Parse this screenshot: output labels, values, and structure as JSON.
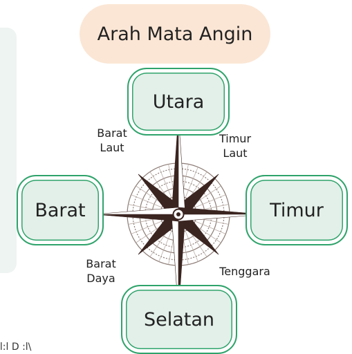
{
  "title": "Arah Mata Angin",
  "directions": {
    "north": "Utara",
    "east": "Timur",
    "south": "Selatan",
    "west": "Barat"
  },
  "intercardinal": {
    "northwest": "Barat\nLaut",
    "northeast": "Timur\nLaut",
    "southwest": "Barat\nDaya",
    "southeast": "Tenggara"
  },
  "footer_fragment": "ll:l D  :l\\",
  "colors": {
    "title_bg": "#fbe6d5",
    "box_bg": "#e3f0e9",
    "box_border": "#2fa36b",
    "compass_dark": "#3b2521",
    "compass_light": "#8c7b75",
    "side_panel": "#eef4f2"
  }
}
